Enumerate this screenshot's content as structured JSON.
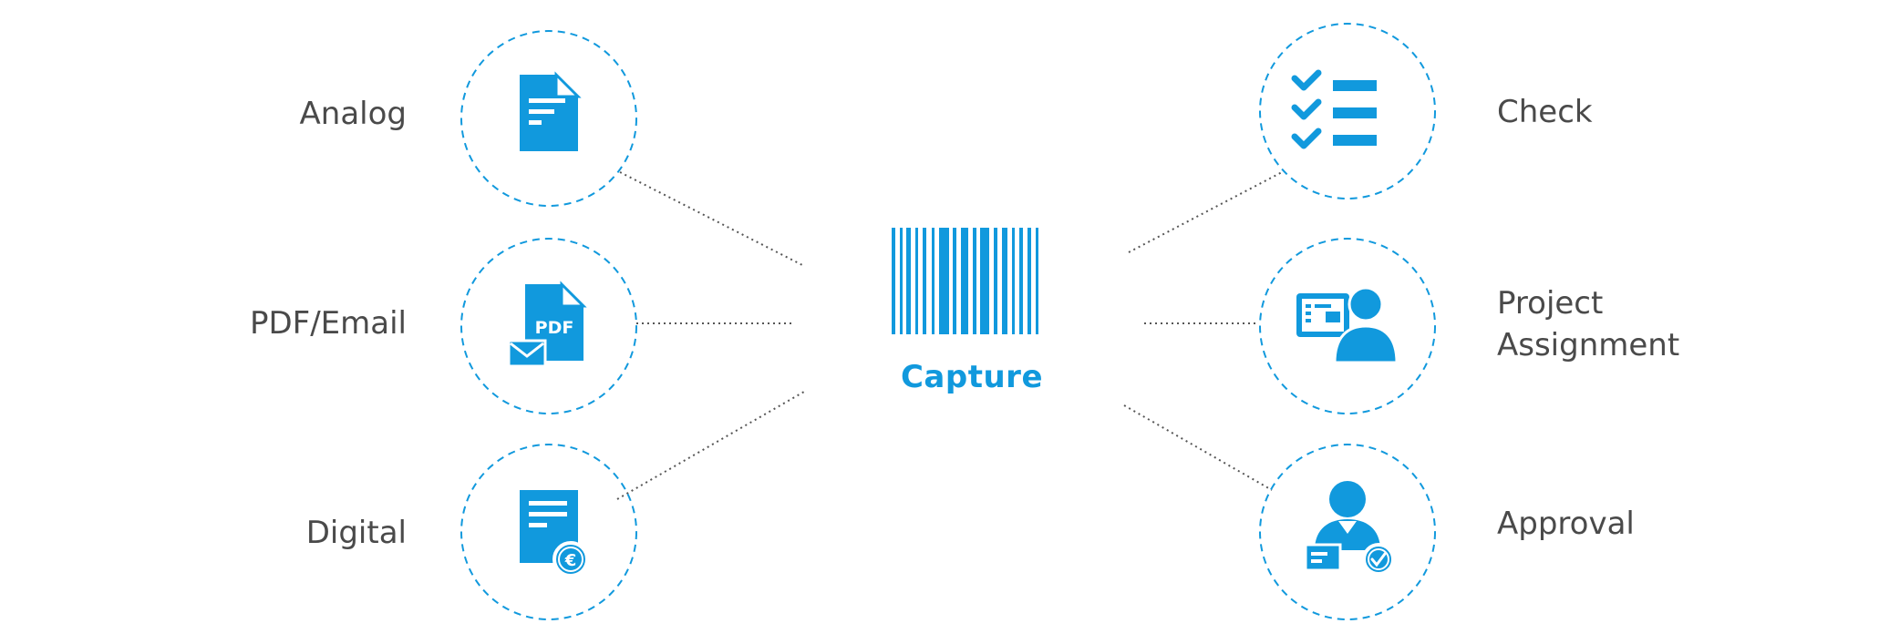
{
  "colors": {
    "accent": "#1199dd",
    "text": "#4a4a4a",
    "line": "#555555"
  },
  "center": {
    "label": "Capture",
    "icon": "barcode-icon"
  },
  "inputs": [
    {
      "id": "analog",
      "label": [
        "Analog"
      ],
      "icon": "paper-document-icon"
    },
    {
      "id": "pdf-email",
      "label": [
        "PDF/Email"
      ],
      "icon": "pdf-email-icon"
    },
    {
      "id": "digital",
      "label": [
        "Digital"
      ],
      "icon": "invoice-euro-icon"
    }
  ],
  "outputs": [
    {
      "id": "check",
      "label": [
        "Check"
      ],
      "icon": "checklist-icon"
    },
    {
      "id": "project-assignment",
      "label": [
        "Project",
        "Assignment"
      ],
      "icon": "project-assignment-icon"
    },
    {
      "id": "approval",
      "label": [
        "Approval"
      ],
      "icon": "approval-icon"
    }
  ]
}
